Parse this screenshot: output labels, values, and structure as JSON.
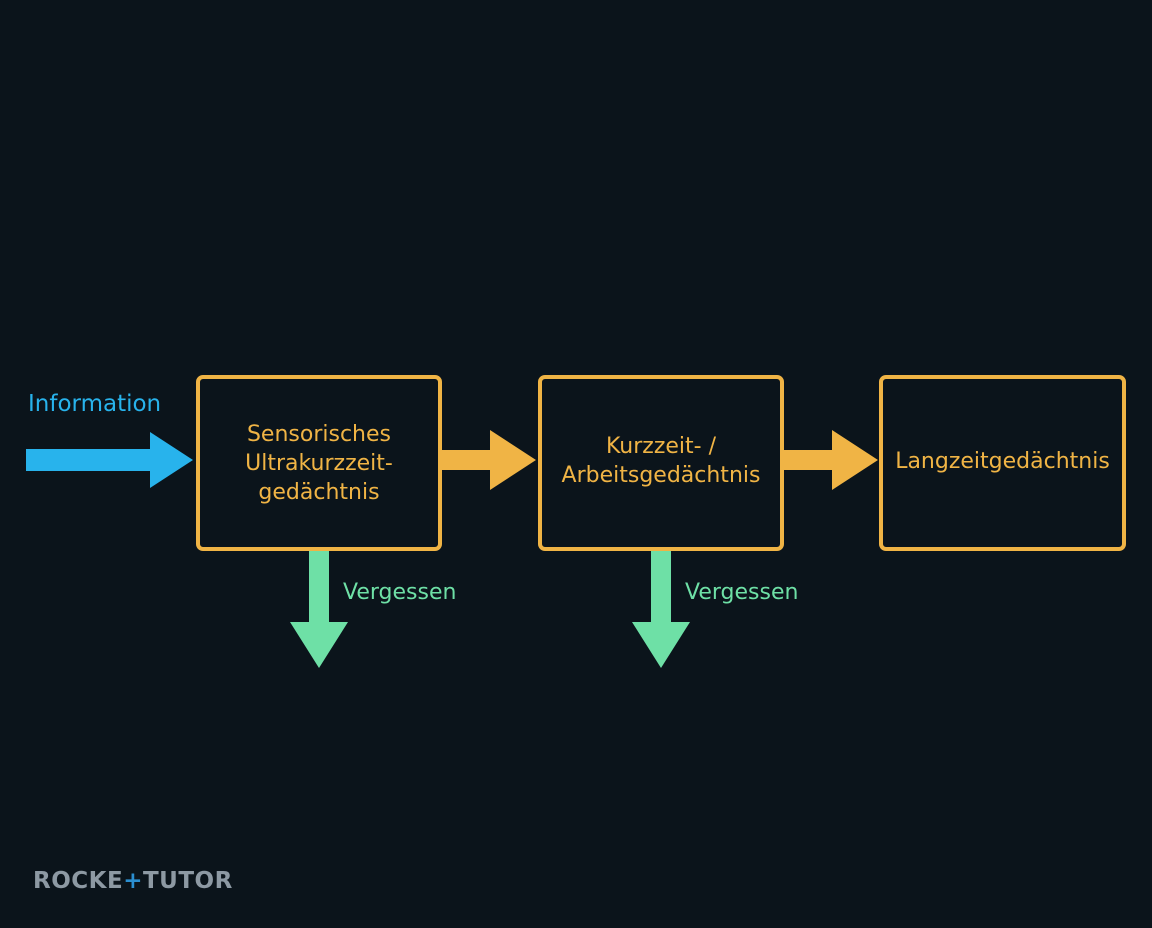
{
  "diagram": {
    "input_label": "Information",
    "stages": [
      {
        "lines": [
          "Sensorisches",
          "Ultrakurzzeit-",
          "gedächtnis"
        ]
      },
      {
        "lines": [
          "Kurzzeit- /",
          "Arbeitsgedächtnis"
        ]
      },
      {
        "lines": [
          "Langzeitgedächtnis"
        ]
      }
    ],
    "forget_label_1": "Vergessen",
    "forget_label_2": "Vergessen"
  },
  "logo": {
    "part1": "ROCKE",
    "plus": "+",
    "part2": "TUTOR"
  },
  "colors": {
    "background": "#0b141b",
    "input_arrow": "#28b3ec",
    "stage": "#f0b445",
    "forget": "#6ee0a6",
    "logo_text": "#8d99a3",
    "logo_accent": "#2b8fd1"
  },
  "icons": {
    "input_arrow": "arrow-right-icon",
    "flow_arrow": "arrow-right-icon",
    "forget_arrow": "arrow-down-icon"
  }
}
